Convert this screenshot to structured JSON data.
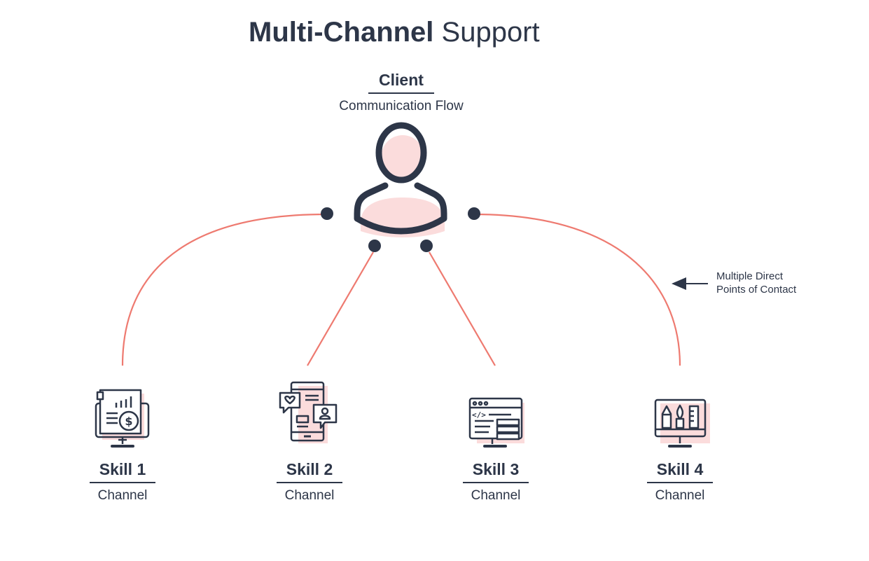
{
  "title": {
    "bold": "Multi-Channel",
    "light": "Support"
  },
  "client": {
    "name": "Client",
    "subtitle": "Communication Flow"
  },
  "annotation": {
    "line1": "Multiple Direct",
    "line2": "Points of Contact"
  },
  "skills": [
    {
      "name": "Skill 1",
      "subtitle": "Channel",
      "icon": "finance-monitor-icon"
    },
    {
      "name": "Skill 2",
      "subtitle": "Channel",
      "icon": "social-mobile-icon"
    },
    {
      "name": "Skill 3",
      "subtitle": "Channel",
      "icon": "code-server-icon"
    },
    {
      "name": "Skill 4",
      "subtitle": "Channel",
      "icon": "design-tools-icon"
    }
  ],
  "colors": {
    "dark": "#2d3648",
    "connector": "#ee7a70",
    "accent_fill": "#fbdcdc"
  }
}
